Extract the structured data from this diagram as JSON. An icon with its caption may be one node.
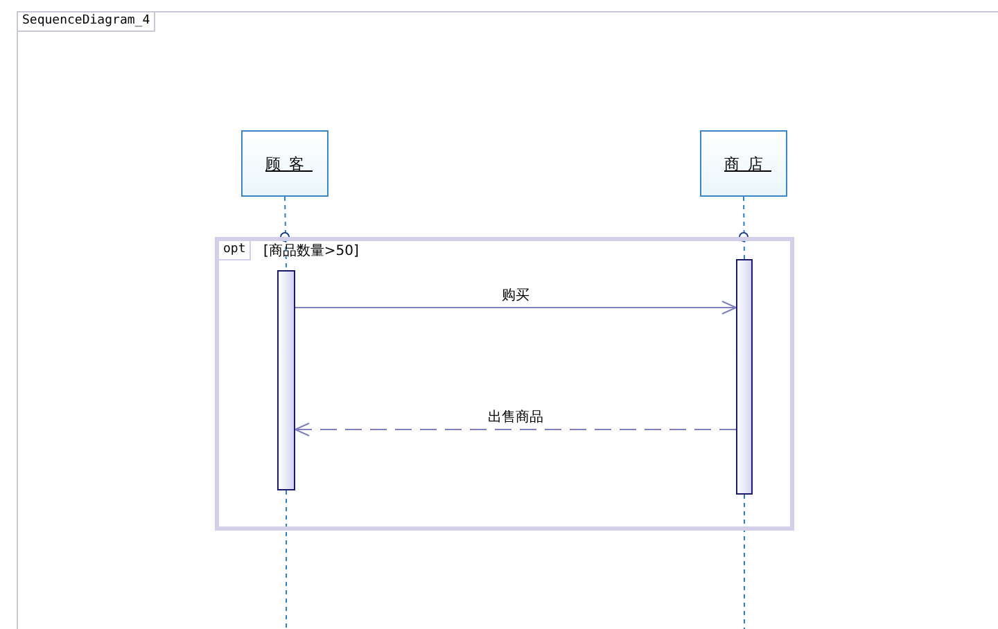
{
  "diagram": {
    "nodes": [
      {
        "text": [
          "SequenceDiagram_4"
        ]
      },
      {
        "text": [
          "顾客"
        ],
        "in": 0
      },
      {
        "text": [
          "商店"
        ],
        "in": 0
      },
      {
        "text": [
          "opt",
          "[商品数量>50]"
        ],
        "in": 0
      },
      {
        "text": [],
        "shape": "bar",
        "in": 3
      },
      {
        "text": [],
        "shape": "bar",
        "in": 3
      }
    ],
    "edges": [
      {
        "from": 1,
        "to": 4,
        "arrow": "none",
        "style": "dashed",
        "color": "#2f7fc8"
      },
      {
        "from": 2,
        "to": 5,
        "arrow": "none",
        "style": "dashed",
        "color": "#2f7fc8"
      },
      {
        "from": 4,
        "to": 5,
        "arrow": "to",
        "label": "购买"
      },
      {
        "from": 5,
        "to": 4,
        "arrow": "to",
        "label": "出售商品",
        "style": "dashed"
      }
    ]
  }
}
